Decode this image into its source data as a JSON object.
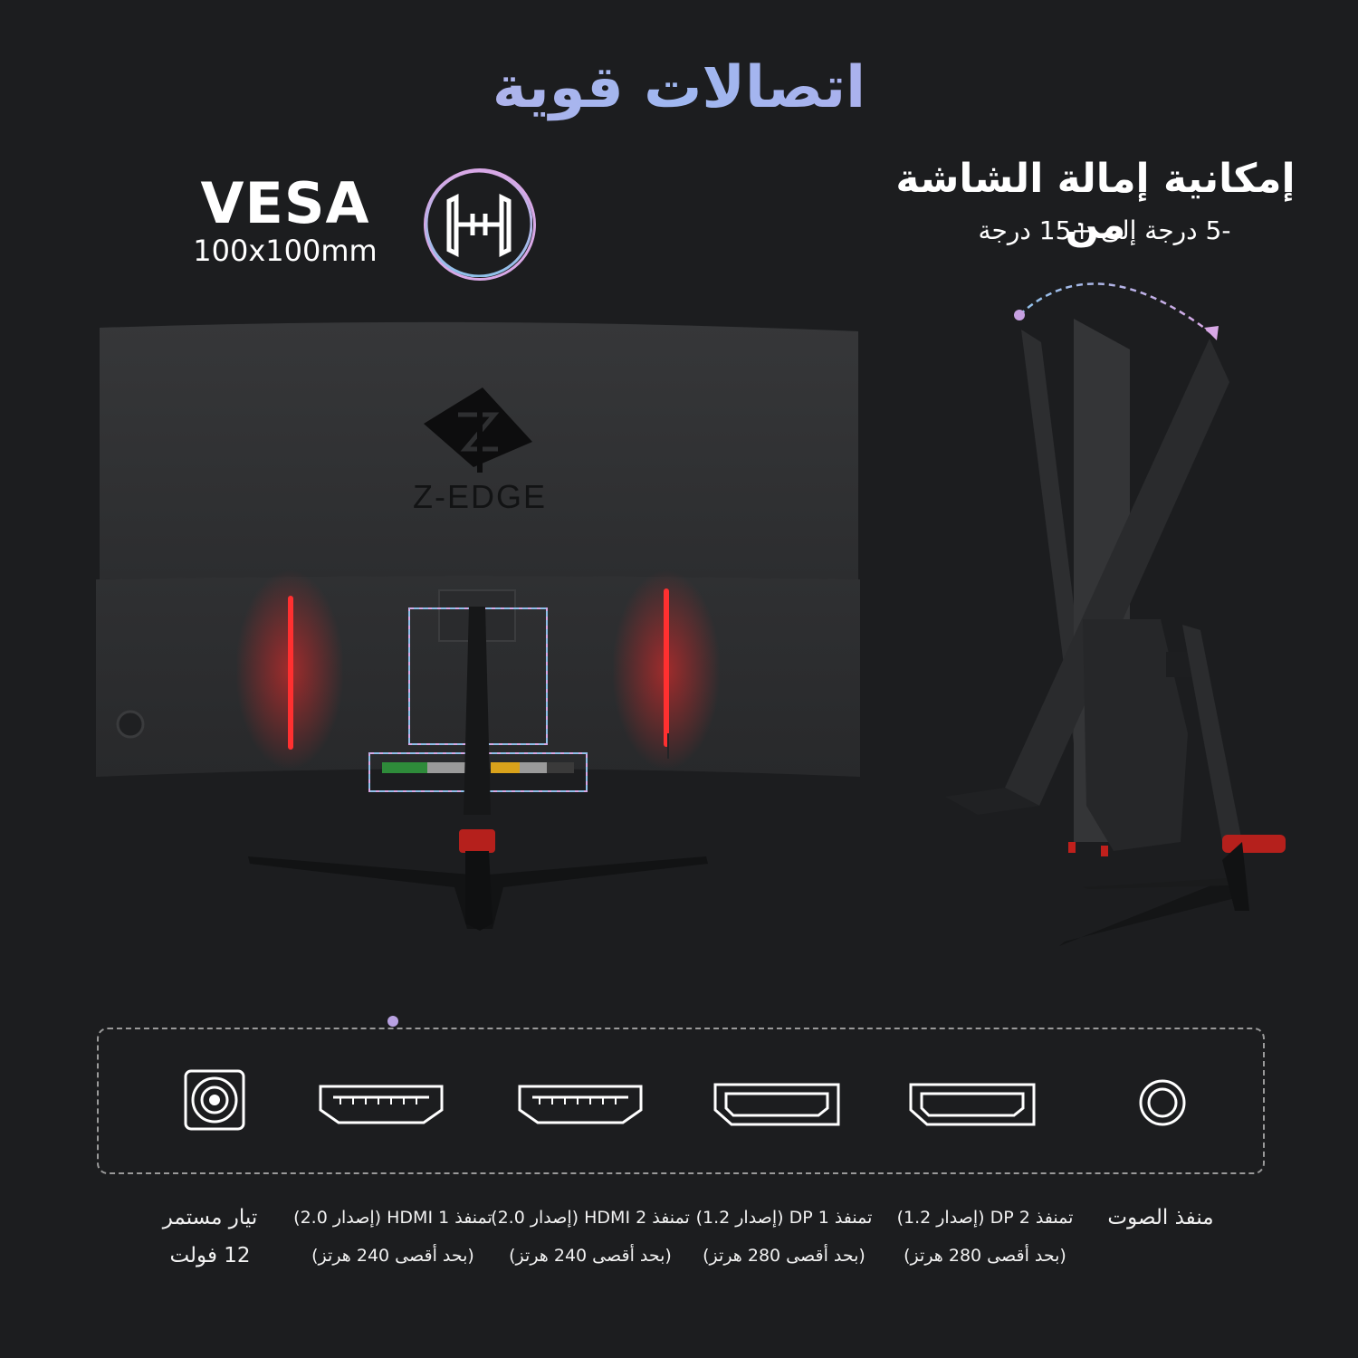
{
  "headline": "اتصالات قوية",
  "vesa": {
    "title": "VESA",
    "size": "100x100mm"
  },
  "monitor": {
    "brand": "Z-EDGE"
  },
  "tilt": {
    "title": "إمكانية إمالة الشاشة من",
    "range": "-5 درجة إلى +15 درجة"
  },
  "ports": [
    {
      "icon": "dc-power-icon",
      "line1": "تيار مستمر",
      "line2": "12 فولت"
    },
    {
      "icon": "hdmi-port-icon",
      "line1": "تمنفذ HDMI 1 (إصدار 2.0)",
      "line2": "(بحد أقصى 240 هرتز)"
    },
    {
      "icon": "hdmi-port-icon",
      "line1": "تمنفذ HDMI 2 (إصدار 2.0)",
      "line2": "(بحد أقصى 240 هرتز)"
    },
    {
      "icon": "displayport-icon",
      "line1": "تمنفذ DP 1 (إصدار 1.2)",
      "line2": "(بحد أقصى 280 هرتز)"
    },
    {
      "icon": "displayport-icon",
      "line1": "تمنفذ DP 2 (إصدار 1.2)",
      "line2": "(بحد أقصى 280 هرتز)"
    },
    {
      "icon": "audio-jack-icon",
      "line1": "منفذ الصوت",
      "line2": ""
    }
  ],
  "colors": {
    "accent_pink": "#d8a8e6",
    "accent_blue": "#8fc1ea",
    "led_red": "#ff2a2a",
    "background": "#1c1d1f"
  }
}
